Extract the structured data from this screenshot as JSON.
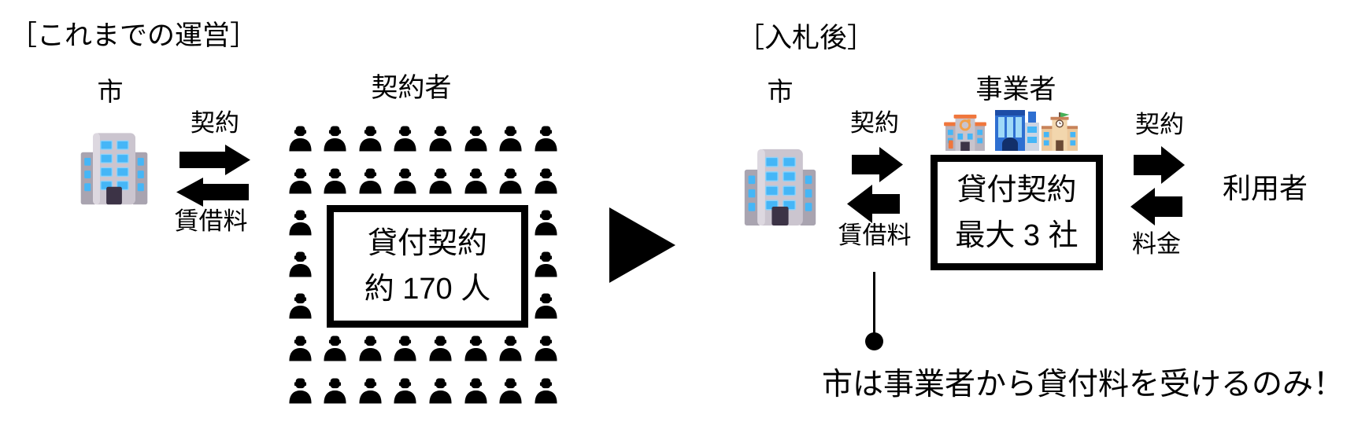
{
  "colors": {
    "ink": "#000000",
    "background": "#ffffff"
  },
  "left": {
    "title": "［これまでの運営］",
    "city_label": "市",
    "contract_label": "契約",
    "rent_label": "賃借料",
    "contractors_label": "契約者",
    "box": {
      "line1": "貸付契約",
      "line2": "約 170 人"
    },
    "person_grid": {
      "columns": 8,
      "row_types": [
        "full",
        "full",
        "sides",
        "sides",
        "sides",
        "full",
        "full"
      ]
    }
  },
  "transition": {
    "icon": "right-triangle-arrow"
  },
  "right": {
    "title": "［入札後］",
    "city_label": "市",
    "contract_label": "契約",
    "rent_label": "賃借料",
    "operators_label": "事業者",
    "operator_icons": [
      "post-office-icon",
      "department-store-icon",
      "school-icon"
    ],
    "box": {
      "line1": "貸付契約",
      "line2": "最大 3 社"
    },
    "user_contract_label": "契約",
    "fee_label": "料金",
    "users_label": "利用者",
    "note": "市は事業者から貸付料を受けるのみ！"
  }
}
